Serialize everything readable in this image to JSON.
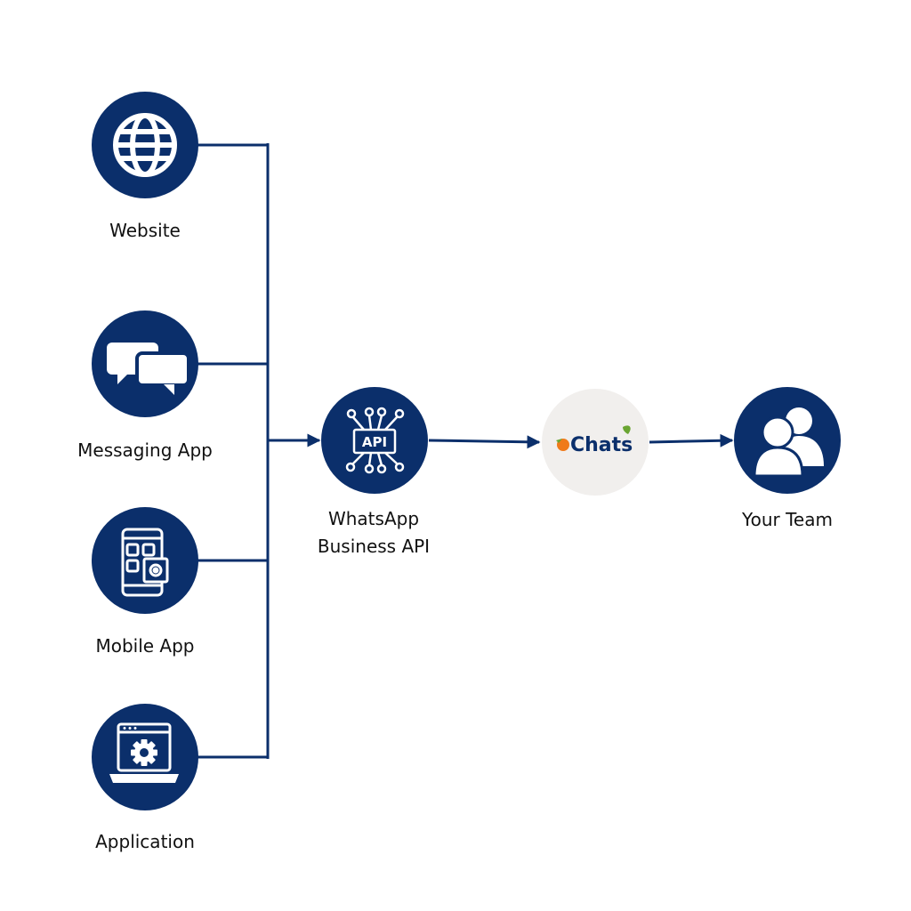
{
  "colors": {
    "navy": "#0b2f6b",
    "white": "#ffffff",
    "logo_bg": "#f1efed",
    "logo_orange": "#f07a1a",
    "logo_leaf": "#6aa532",
    "logo_text": "#0b2f6b"
  },
  "sources": [
    {
      "label": "Website",
      "icon": "globe-icon"
    },
    {
      "label": "Messaging App",
      "icon": "chat-bubbles-icon"
    },
    {
      "label": "Mobile App",
      "icon": "mobile-apps-icon"
    },
    {
      "label": "Application",
      "icon": "laptop-gear-icon"
    }
  ],
  "api_node": {
    "label_line1": "WhatsApp",
    "label_line2": "Business API",
    "icon": "api-chip-icon",
    "icon_text": "API"
  },
  "logo_node": {
    "text": "Chats",
    "icon": "ochats-logo"
  },
  "team_node": {
    "label": "Your Team",
    "icon": "team-users-icon"
  }
}
